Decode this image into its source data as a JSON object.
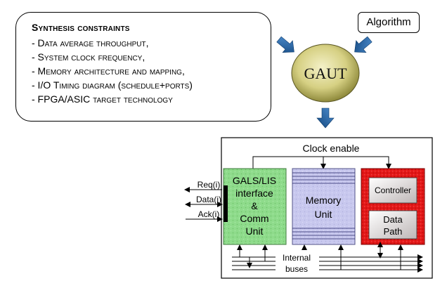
{
  "constraints": {
    "title": "Synthesis constraints",
    "items": [
      "- Data average throughput,",
      "- System clock frequency,",
      "- Memory architecture and mapping,",
      "- I/O Timing diagram (schedule+ports)",
      "- FPGA/ASIC target technology"
    ]
  },
  "algorithm": {
    "label": "Algorithm"
  },
  "gaut": {
    "label": "GAUT"
  },
  "clock": {
    "label": "Clock enable"
  },
  "gals": {
    "lines": [
      "GALS/LIS",
      "interface",
      "&",
      "Comm",
      "Unit"
    ]
  },
  "memory": {
    "lines": [
      "Memory",
      "Unit"
    ]
  },
  "controller": {
    "label": "Controller"
  },
  "datapath": {
    "lines": [
      "Data",
      "Path"
    ]
  },
  "buses": {
    "lines": [
      "Internal",
      "buses"
    ]
  },
  "ports": {
    "req": "Req(i)",
    "data": "Data(i)",
    "ack": "Ack(i)"
  },
  "colors": {
    "gals_fill": "#8fdc8c",
    "memory_fill": "#c4c4ec",
    "rtl_fill": "#e81c1c",
    "arrow_blue": "#1e5a9a",
    "gaut_fill": "#d9d48a"
  }
}
